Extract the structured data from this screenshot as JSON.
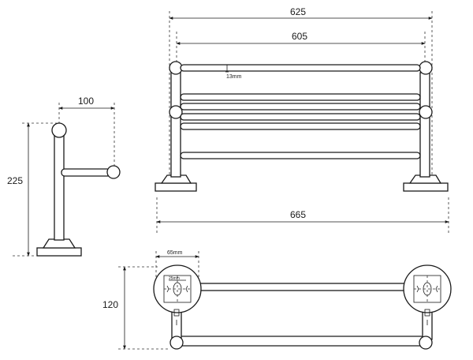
{
  "dimensions": {
    "front_outer_width": "625",
    "front_inner_width": "605",
    "bar_spacing": "13mm",
    "base_width": "665",
    "side_depth": "100",
    "side_height": "225",
    "top_flange_width": "65mm",
    "screw_spacing": "25mm",
    "top_depth": "120"
  }
}
